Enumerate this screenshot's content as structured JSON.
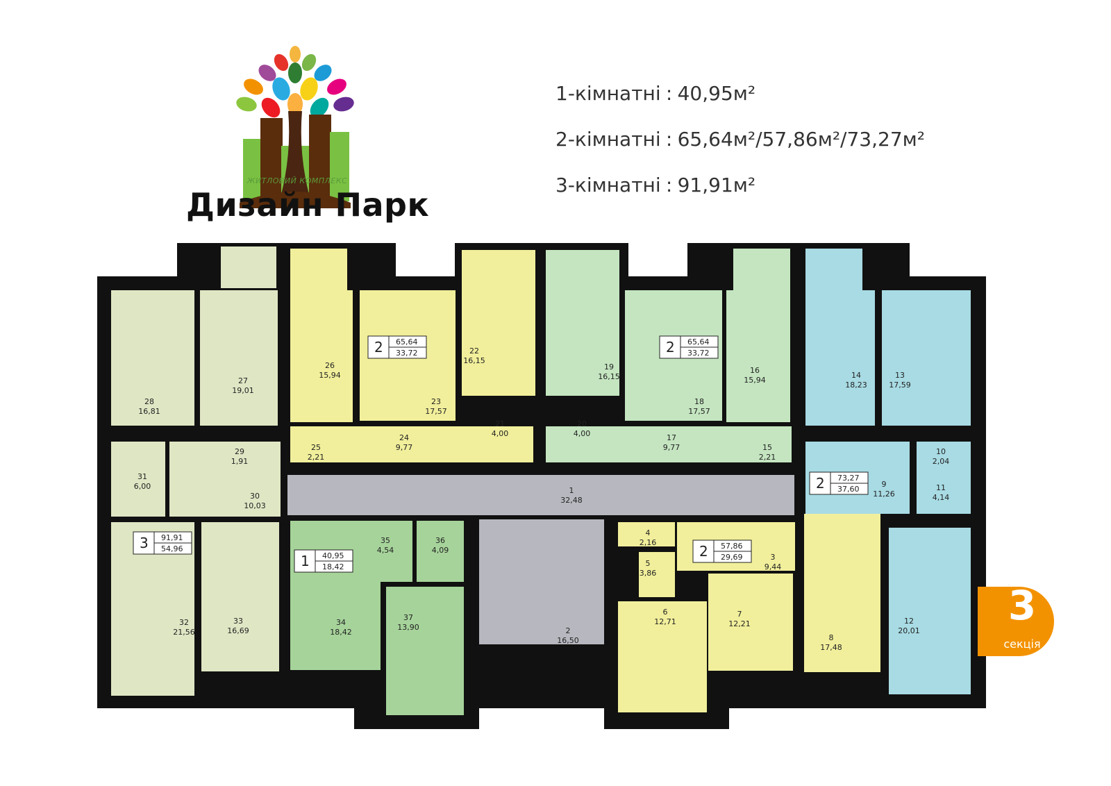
{
  "logo": {
    "subtitle": "ЖИТЛОВИЙ КОМПЛЕКС",
    "title": "Дизайн Парк"
  },
  "legend": [
    {
      "type": "1-кімнатні",
      "sep": ":",
      "areas": "40,95м²"
    },
    {
      "type": "2-кімнатні",
      "sep": ":",
      "areas": "65,64м²/57,86м²/73,27м²"
    },
    {
      "type": "3-кімнатні",
      "sep": ":",
      "areas": "91,91м²"
    }
  ],
  "section_badge": {
    "number": "3",
    "label": "секція"
  },
  "colors": {
    "wall": "#111111",
    "apt3": "#dfe6c4",
    "apt1": "#a6d39a",
    "apt2_yellow": "#f1ef9b",
    "apt2_green": "#c4e5c0",
    "apt2_blue": "#a8dbe4",
    "corridor": "#b7b8bf",
    "badge": "#f39200"
  },
  "apartments": [
    {
      "rooms": "3",
      "total": "91,91",
      "living": "54,96"
    },
    {
      "rooms": "1",
      "total": "40,95",
      "living": "18,42"
    },
    {
      "rooms": "2",
      "total": "65,64",
      "living": "33,72"
    },
    {
      "rooms": "2",
      "total": "65,64",
      "living": "33,72"
    },
    {
      "rooms": "2",
      "total": "73,27",
      "living": "37,60"
    },
    {
      "rooms": "2",
      "total": "57,86",
      "living": "29,69"
    }
  ],
  "rooms": [
    {
      "n": "28",
      "a": "16,81"
    },
    {
      "n": "27",
      "a": "19,01"
    },
    {
      "n": "26",
      "a": "15,94"
    },
    {
      "n": "23",
      "a": "17,57"
    },
    {
      "n": "22",
      "a": "16,15"
    },
    {
      "n": "19",
      "a": "16,15"
    },
    {
      "n": "18",
      "a": "17,57"
    },
    {
      "n": "16",
      "a": "15,94"
    },
    {
      "n": "14",
      "a": "18,23"
    },
    {
      "n": "13",
      "a": "17,59"
    },
    {
      "n": "29",
      "a": "1,91"
    },
    {
      "n": "31",
      "a": "6,00"
    },
    {
      "n": "30",
      "a": "10,03"
    },
    {
      "n": "25",
      "a": "2,21"
    },
    {
      "n": "24",
      "a": "9,77"
    },
    {
      "n": "21",
      "a": "4,00"
    },
    {
      "n": "20",
      "a": "4,00"
    },
    {
      "n": "17",
      "a": "9,77"
    },
    {
      "n": "15",
      "a": "2,21"
    },
    {
      "n": "10",
      "a": "2,04"
    },
    {
      "n": "11",
      "a": "4,14"
    },
    {
      "n": "9",
      "a": "11,26"
    },
    {
      "n": "1",
      "a": "32,48"
    },
    {
      "n": "32",
      "a": "21,56"
    },
    {
      "n": "33",
      "a": "16,69"
    },
    {
      "n": "35",
      "a": "4,54"
    },
    {
      "n": "36",
      "a": "4,09"
    },
    {
      "n": "34",
      "a": "18,42"
    },
    {
      "n": "37",
      "a": "13,90"
    },
    {
      "n": "2",
      "a": "16,50"
    },
    {
      "n": "4",
      "a": "2,16"
    },
    {
      "n": "5",
      "a": "3,86"
    },
    {
      "n": "3",
      "a": "9,44"
    },
    {
      "n": "6",
      "a": "12,71"
    },
    {
      "n": "7",
      "a": "12,21"
    },
    {
      "n": "8",
      "a": "17,48"
    },
    {
      "n": "12",
      "a": "20,01"
    }
  ]
}
